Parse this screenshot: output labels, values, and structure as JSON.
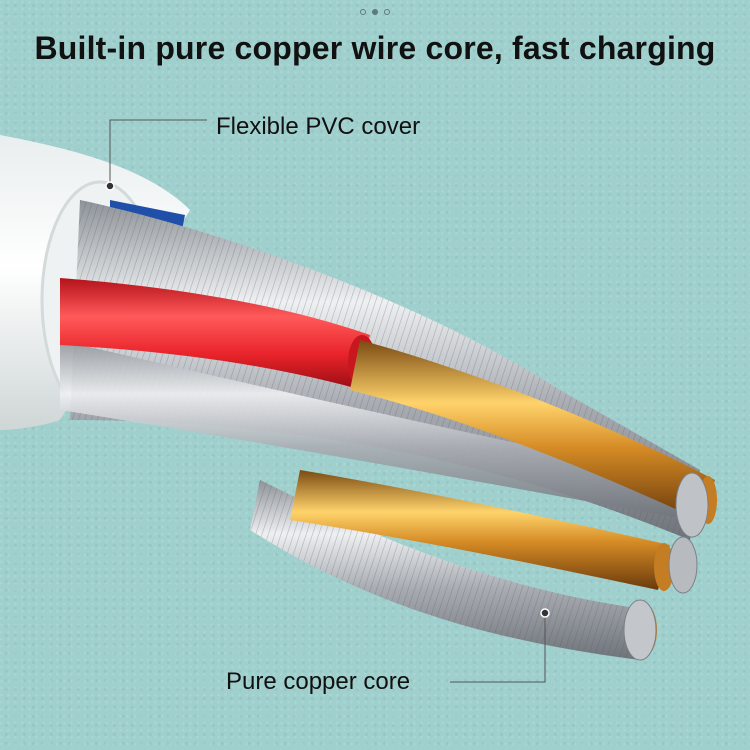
{
  "pagination": {
    "count": 3,
    "active_index": 1
  },
  "headline": "Built-in pure copper wire core, fast charging",
  "callouts": {
    "cover": "Flexible PVC cover",
    "core": "Pure copper core"
  },
  "colors": {
    "background": "#9fd0cd",
    "insulation_red": "#e8232a",
    "insulation_blue": "#1f4fa8",
    "copper": "#d99a2b",
    "silver": "#c8cbd0",
    "pvc_white": "#f4f6f6"
  }
}
